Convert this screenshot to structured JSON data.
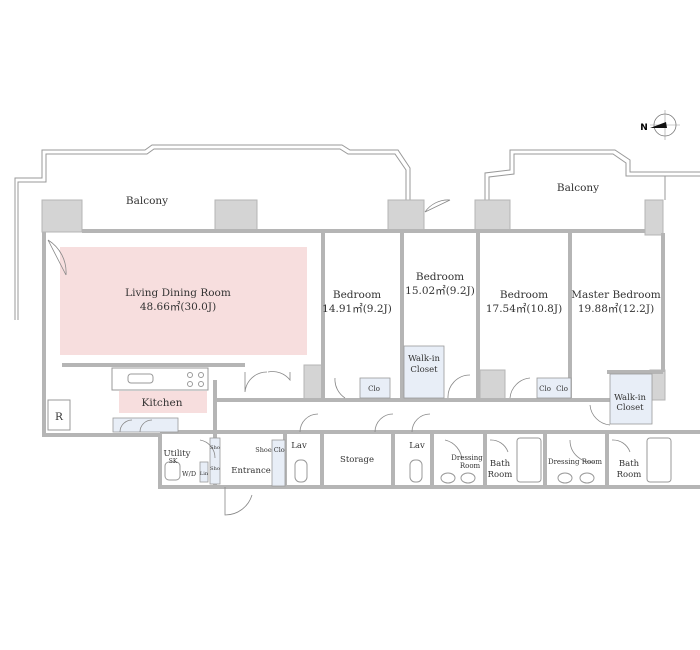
{
  "compass": {
    "north_letter": "N"
  },
  "rooms": {
    "balcony_left": "Balcony",
    "balcony_right": "Balcony",
    "living": {
      "name": "Living Dining Room",
      "size": "48.66㎡(30.0J)"
    },
    "bedroom1": {
      "name": "Bedroom",
      "size": "14.91㎡(9.2J)"
    },
    "bedroom2": {
      "name": "Bedroom",
      "size": "15.02㎡(9.2J)"
    },
    "bedroom3": {
      "name": "Bedroom",
      "size": "17.54㎡(10.8J)"
    },
    "master": {
      "name": "Master Bedroom",
      "size": "19.88㎡(12.2J)"
    },
    "wic1": {
      "line1": "Walk-in",
      "line2": "Closet"
    },
    "wic2": {
      "line1": "Walk-in",
      "line2": "Closet"
    },
    "clo1": "Clo",
    "clo2": "Clo",
    "clo3": "Clo",
    "kitchen": "Kitchen",
    "refrigerator": "R",
    "utility": "Utility",
    "sink": "SK",
    "washer_dryer": "W/D",
    "linen": "Lin",
    "shoe_small_1": "Sho",
    "shoe_small_2": "Sho",
    "entrance": "Entrance",
    "shoe_clo": "Shoe Clo",
    "lav1": "Lav",
    "storage": "Storage",
    "lav2": "Lav",
    "dressing1": {
      "line1": "Dressing",
      "line2": "Room"
    },
    "bath1": {
      "line1": "Bath",
      "line2": "Room"
    },
    "dressing2": "Dressing Room",
    "bath2": {
      "line1": "Bath",
      "line2": "Room"
    }
  },
  "colors": {
    "living_fill": "#f7dede",
    "storage_fill": "#e8eef7",
    "wall": "#b5b5b5"
  }
}
